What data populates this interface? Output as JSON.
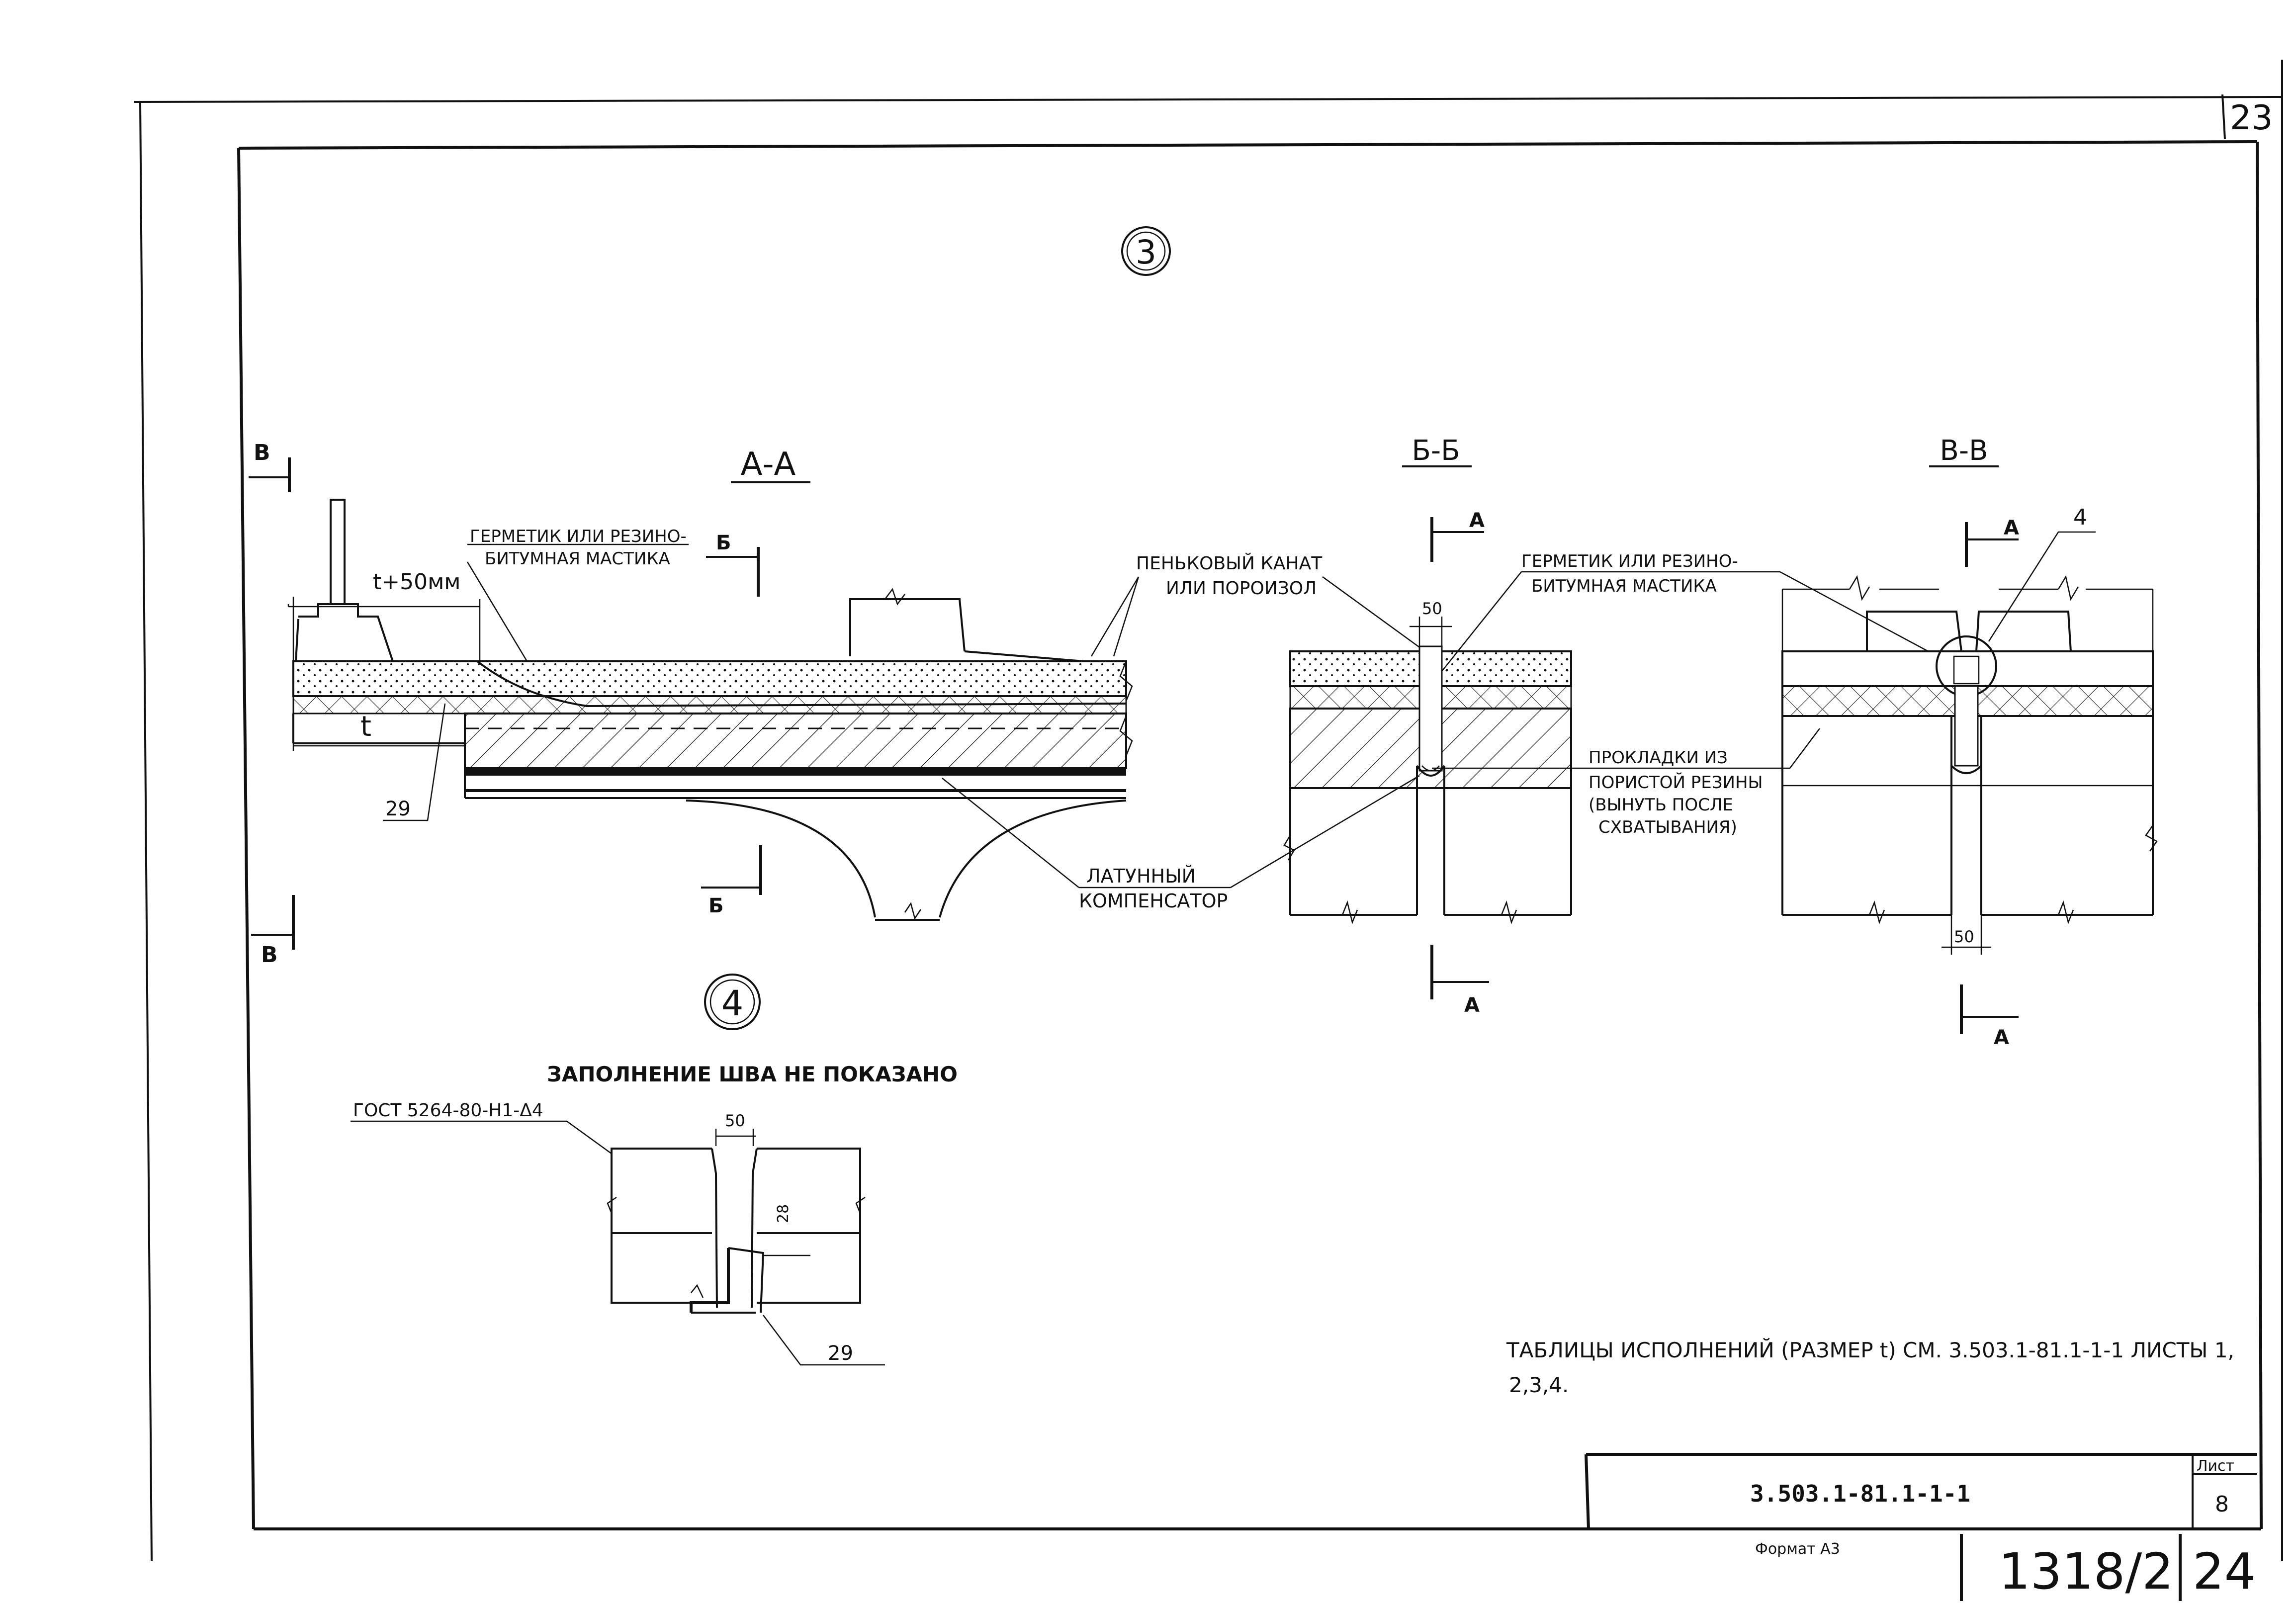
{
  "sheet": {
    "corner_number": "23",
    "sheet_label": "Лист",
    "sheet_number": "8",
    "doc_code": "3.503.1-81.1-1-1",
    "format": "Формат А3",
    "archive_number": "1318/2",
    "page_number": "24"
  },
  "detail3": {
    "marker": "3",
    "section_aa": "А-А",
    "section_bb": "Б-Б",
    "section_vv": "В-В",
    "cut_v": "В",
    "cut_b": "Б",
    "cut_a": "А",
    "dim_t50": "t+50мм",
    "dim_t": "t",
    "dim_50": "50",
    "label_29": "29",
    "label_4": "4",
    "sealant_line1": "ГЕРМЕТИК ИЛИ РЕЗИНО-",
    "sealant_line2": "БИТУМНАЯ МАСТИКА",
    "rope_line1": "ПЕНЬКОВЫЙ КАНАТ",
    "rope_line2": "ИЛИ ПОРОИЗОЛ",
    "comp_line1": "ЛАТУННЫЙ",
    "comp_line2": "КОМПЕНСАТОР",
    "pad_line1": "ПРОКЛАДКИ ИЗ",
    "pad_line2": "ПОРИСТОЙ РЕЗИНЫ",
    "pad_line3": "(ВЫНУТЬ ПОСЛЕ",
    "pad_line4": "СХВАТЫВАНИЯ)"
  },
  "detail4": {
    "marker": "4",
    "note": "ЗАПОЛНЕНИЕ ШВА НЕ ПОКАЗАНО",
    "gost": "ГОСТ 5264-80-Н1-Δ4",
    "dim_50": "50",
    "dim_28": "28",
    "label_29": "29"
  },
  "notes": {
    "line1": "ТАБЛИЦЫ ИСПОЛНЕНИЙ (РАЗМЕР t) СМ. 3.503.1-81.1-1-1 ЛИСТЫ 1,",
    "line2": "2,3,4."
  }
}
